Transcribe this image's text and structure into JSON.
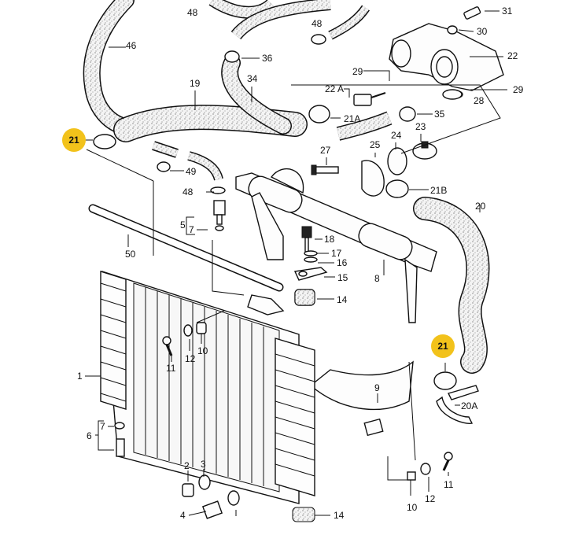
{
  "highlight_color": "#f2c21b",
  "highlighted_callouts": [
    {
      "id": "21-left",
      "label": "21"
    },
    {
      "id": "21-right",
      "label": "21"
    }
  ],
  "callouts": {
    "c48a": "48",
    "c31": "31",
    "c48b": "48",
    "c30": "30",
    "c46": "46",
    "c36": "36",
    "c22": "22",
    "c29a": "29",
    "c34": "34",
    "c19": "19",
    "c22A": "22 A",
    "c29b": "29",
    "c28": "28",
    "c21A": "21A",
    "c35": "35",
    "c49": "49",
    "c27": "27",
    "c25": "25",
    "c24": "24",
    "c23": "23",
    "c48c": "48",
    "c21B": "21B",
    "c20": "20",
    "c5": "5",
    "c7a": "7",
    "c18": "18",
    "c17": "17",
    "c16": "16",
    "c50": "50",
    "c8": "8",
    "c15": "15",
    "c14a": "14",
    "c11a": "11",
    "c12a": "12",
    "c10a": "10",
    "c1": "1",
    "c9": "9",
    "c20A": "20A",
    "c7b": "7",
    "c6": "6",
    "c2": "2",
    "c3": "3",
    "c4": "4",
    "c14b": "14",
    "c10b": "10",
    "c12b": "12",
    "c11b": "11"
  }
}
